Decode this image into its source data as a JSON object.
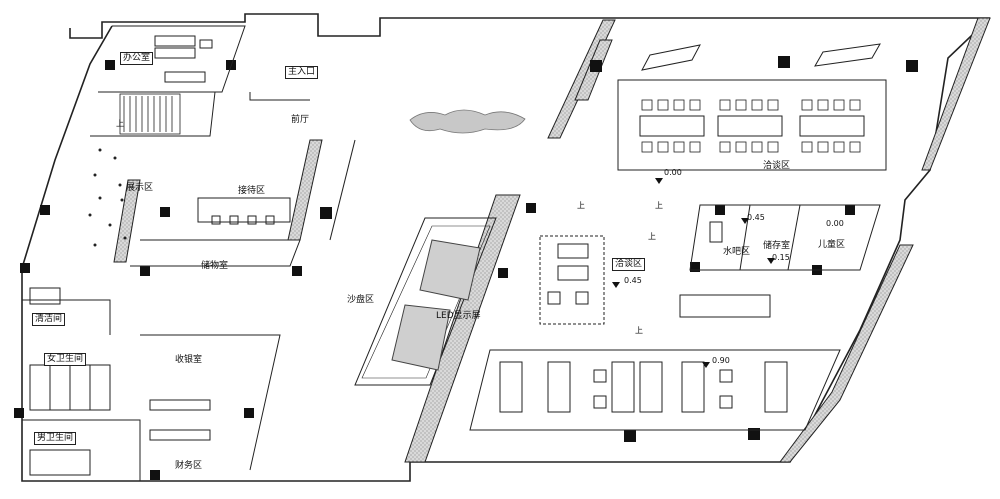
{
  "rooms": {
    "office": "办公室",
    "main_entrance": "主入口",
    "lobby": "前厅",
    "display_area": "展示区",
    "reception_area": "接待区",
    "storage": "储物室",
    "sand_table": "沙盘区",
    "led_screen": "LED显示屏",
    "negotiation_top": "洽谈区",
    "negotiation_mid": "洽谈区",
    "bar": "水吧区",
    "storeroom": "储存室",
    "kids_area": "儿童区",
    "cleaning_room": "清洁间",
    "womens_wc": "女卫生间",
    "mens_wc": "男卫生间",
    "cashier": "收银室",
    "finance": "财务区"
  },
  "levels": {
    "top": "0.00",
    "bar": "0.45",
    "kids": "0.00",
    "store": "0.15",
    "mid": "0.45",
    "bottom": "0.90"
  },
  "stair_mark": "上",
  "colors": {
    "wall": "#111111",
    "hatch": "#bdbdbd",
    "line": "#222222"
  }
}
